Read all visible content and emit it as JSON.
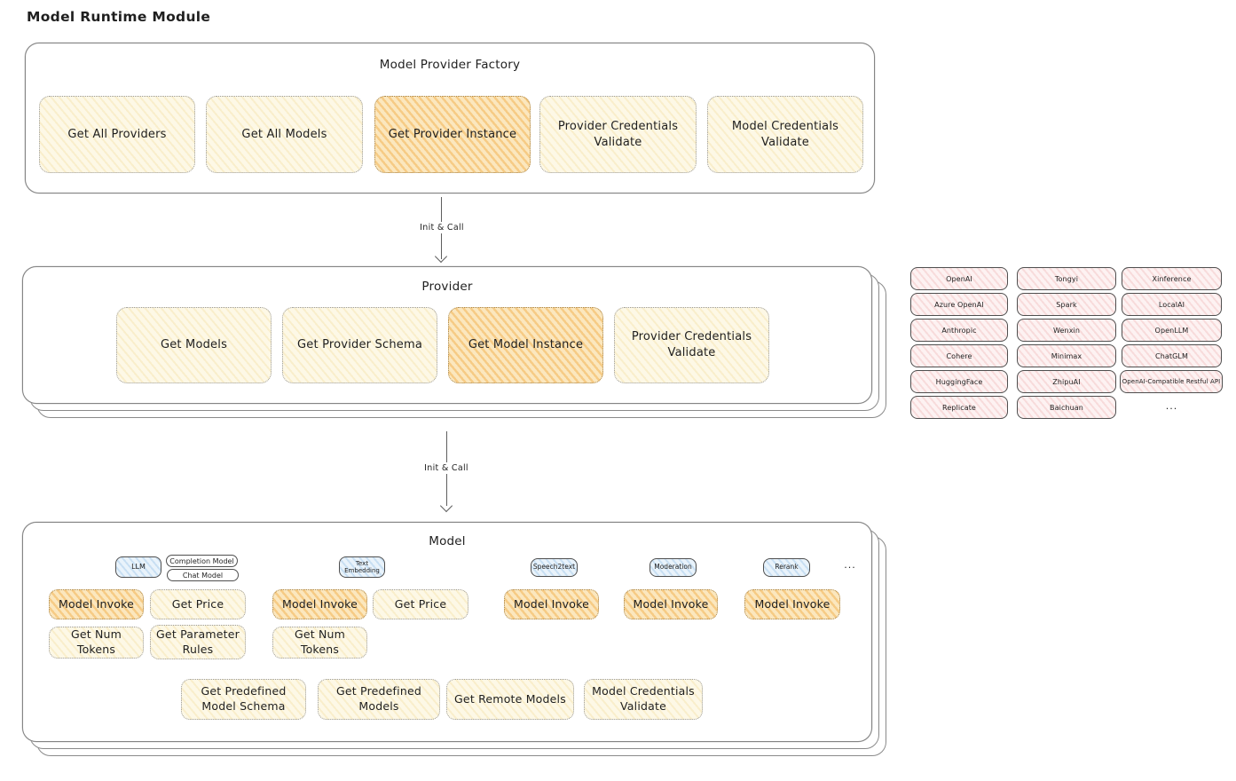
{
  "page_title": "Model Runtime Module",
  "colors": {
    "button_cream": "#fdf8e6",
    "button_highlight": "#f5c477",
    "provider_pink": "#fdf2f2",
    "tag_blue": "#e9f3fb",
    "box_border": "#848484",
    "ink": "#1f1f1f"
  },
  "factory": {
    "title": "Model Provider Factory",
    "buttons": [
      {
        "label": "Get All Providers"
      },
      {
        "label": "Get All Models"
      },
      {
        "label": "Get Provider Instance"
      },
      {
        "label": "Provider Credentials Validate"
      },
      {
        "label": "Model Credentials Validate"
      }
    ]
  },
  "arrows": {
    "init_call_1": "Init & Call",
    "init_call_2": "Init & Call"
  },
  "provider": {
    "title": "Provider",
    "buttons": [
      {
        "label": "Get Models"
      },
      {
        "label": "Get Provider Schema"
      },
      {
        "label": "Get Model Instance"
      },
      {
        "label": "Provider Credentials Validate"
      }
    ]
  },
  "provider_list": {
    "rows": [
      [
        "OpenAI",
        "Tongyi",
        "Xinference"
      ],
      [
        "Azure OpenAI",
        "Spark",
        "LocalAI"
      ],
      [
        "Anthropic",
        "Wenxin",
        "OpenLLM"
      ],
      [
        "Cohere",
        "Minimax",
        "ChatGLM"
      ],
      [
        "HuggingFace",
        "ZhipuAI",
        "OpenAI-Compatible Restful API"
      ],
      [
        "Replicate",
        "Baichuan",
        "..."
      ]
    ]
  },
  "model": {
    "title": "Model",
    "tags": {
      "llm": "LLM",
      "completion_model": "Completion Model",
      "chat_model": "Chat Model",
      "text_embedding": "Text Embedding",
      "speech2text": "Speech2text",
      "moderation": "Moderation",
      "rerank": "Rerank",
      "more": "..."
    },
    "buttons": {
      "llm_invoke": "Model Invoke",
      "llm_get_price": "Get Price",
      "llm_get_num_tokens": "Get Num Tokens",
      "llm_get_parameter_rules": "Get Parameter Rules",
      "embedding_invoke": "Model Invoke",
      "embedding_get_price": "Get Price",
      "embedding_get_num_tokens": "Get Num Tokens",
      "speech2text_invoke": "Model Invoke",
      "moderation_invoke": "Model Invoke",
      "rerank_invoke": "Model Invoke",
      "get_predefined_model_schema": "Get Predefined Model Schema",
      "get_predefined_models": "Get Predefined Models",
      "get_remote_models": "Get Remote Models",
      "model_credentials_validate": "Model Credentials Validate"
    }
  }
}
